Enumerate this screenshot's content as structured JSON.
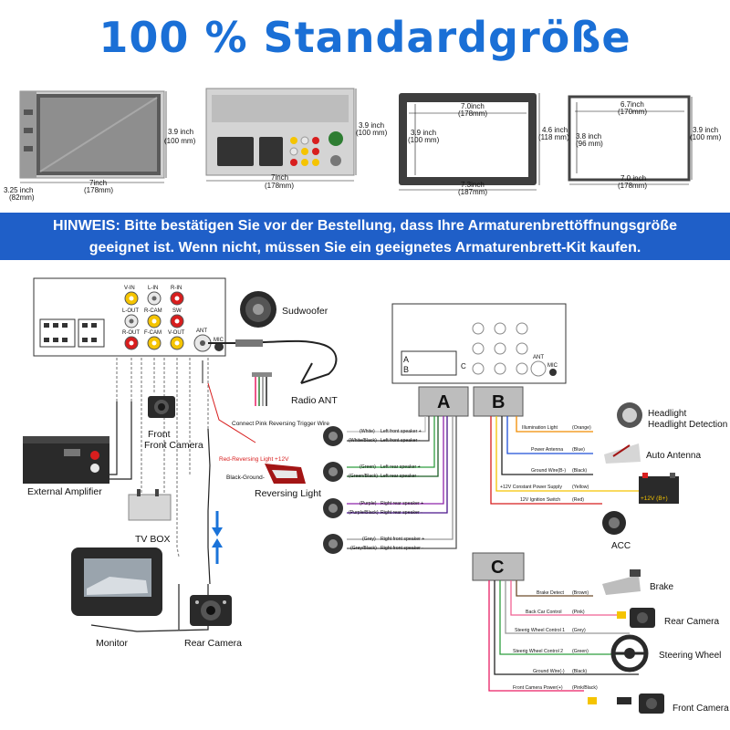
{
  "header": {
    "title": "100 % Standardgröße"
  },
  "dimensions": {
    "d1_height": "3.9 inch",
    "d1_height_mm": "(100 mm)",
    "d1_depth": "3.25 inch",
    "d1_depth_mm": "(82mm)",
    "d1_width": "7inch",
    "d1_width_mm": "(178mm)",
    "d2_height": "3.9 inch",
    "d2_height_mm": "(100 mm)",
    "d2_width": "7inch",
    "d2_width_mm": "(178mm)",
    "d3_top": "7.0inch",
    "d3_top_mm": "(178mm)",
    "d3_inner": "3.9 inch",
    "d3_inner_mm": "(100 mm)",
    "d3_outer": "4.6 inch",
    "d3_outer_mm": "(118 mm)",
    "d3_bottom": "7.3inch",
    "d3_bottom_mm": "(187mm)",
    "d4_top": "6.7inch",
    "d4_top_mm": "(170mm)",
    "d4_inner": "3.8 inch",
    "d4_inner_mm": "(96 mm)",
    "d4_outer": "3.9 inch",
    "d4_outer_mm": "(100 mm)",
    "d4_bottom": "7.0 inch",
    "d4_bottom_mm": "(178mm)"
  },
  "notice": {
    "line1": "HINWEIS: Bitte bestätigen Sie vor der Bestellung, dass Ihre Armaturenbrettöffnungsgröße",
    "line2": "geeignet ist. Wenn nicht, müssen Sie ein geeignetes Armaturenbrett-Kit kaufen."
  },
  "left_diagram": {
    "ports": [
      "V-IN",
      "L-IN",
      "R-IN",
      "L-OUT",
      "R-CAM",
      "SW",
      "R-OUT",
      "F-CAM",
      "V-OUT",
      "ANT",
      "MIC"
    ],
    "subwoofer": "Sudwoofer",
    "radio_ant": "Radio ANT",
    "pink_wire": "Connect Pink Reversing Trigger Wire",
    "front_camera": "Front Camera",
    "external_amplifier": "External Amplifier",
    "reversing_plus": "Red-Reversing Light +12V",
    "reversing_minus": "Black-Ground-",
    "reversing_light": "Reversing Light",
    "tv_box": "TV BOX",
    "monitor": "Monitor",
    "rear_camera": "Rear Camera"
  },
  "right_diagram": {
    "back_ports": [
      "A",
      "B",
      "C",
      "ANT",
      "MIC"
    ],
    "harness_a": "A",
    "harness_b": "B",
    "harness_c": "C",
    "speakers": [
      {
        "color": "(White)",
        "label": "Left front speaker +"
      },
      {
        "color": "(White/Black)",
        "label": "Left front speaker -"
      },
      {
        "color": "(Green)",
        "label": "Left rear speaker +"
      },
      {
        "color": "(Green/Black)",
        "label": "Left rear speaker -"
      },
      {
        "color": "(Purple)",
        "label": "Right rear speaker +"
      },
      {
        "color": "(Purple/Black)",
        "label": "Right rear speaker -"
      },
      {
        "color": "(Grey)",
        "label": "Right front speaker +"
      },
      {
        "color": "(Grey/Black)",
        "label": "Right front speaker -"
      }
    ],
    "b_wires": [
      {
        "label": "Illumination Light",
        "color": "(Orange)"
      },
      {
        "label": "Power Antenna",
        "color": "(Blue)"
      },
      {
        "label": "Ground Wire(B-)",
        "color": "(Black)"
      },
      {
        "label": "+12V Constant Power Supply",
        "color": "(Yellow)"
      },
      {
        "label": "12V Ignition Switch",
        "color": "(Red)"
      }
    ],
    "b_devices": {
      "headlight": "Headlight Detection Line",
      "auto_antenna": "Auto Antenna",
      "battery": "+12V (B+)",
      "acc": "ACC"
    },
    "c_wires": [
      {
        "label": "Brake Detect",
        "color": "(Brown)"
      },
      {
        "label": "Back Car Control",
        "color": "(Pink)"
      },
      {
        "label": "Steerig Wheel Control 1",
        "color": "(Grey)"
      },
      {
        "label": "Steerig Wheel Control 2",
        "color": "(Green)"
      },
      {
        "label": "Ground Wire(-)",
        "color": "(Black)"
      },
      {
        "label": "Front Camera Power(+)",
        "color": "(Pink/Black)"
      }
    ],
    "c_devices": {
      "brake": "Brake",
      "rear_camera": "Rear Camera",
      "steering_wheel": "Steering Wheel",
      "front_camera": "Front Camera"
    }
  },
  "colors": {
    "title": "#1a6fd6",
    "banner": "#1f5fc8",
    "rca_yellow": "#f5c400",
    "rca_red": "#d81e1e",
    "rca_white": "#e8e8e8",
    "arrow_blue": "#1a73d9"
  }
}
